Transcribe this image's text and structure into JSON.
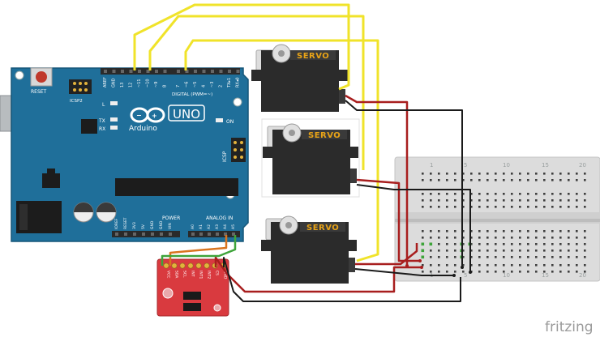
{
  "board": {
    "name": "Arduino",
    "model": "UNO",
    "reset_label": "RESET",
    "icsp2_label": "ICSP2",
    "icsp_label": "ICSP",
    "led_l": "L",
    "led_tx": "TX",
    "led_rx": "RX",
    "led_on": "ON",
    "digital_label": "DIGITAL (PWM=~)",
    "power_label": "POWER",
    "analog_label": "ANALOG IN",
    "top_pins": [
      "AREF",
      "GND",
      "13",
      "12",
      "~11",
      "~10",
      "~9",
      "8",
      "7",
      "~6",
      "~5",
      "4",
      "~3",
      "2",
      "TX▸1",
      "RX◂0"
    ],
    "power_pins": [
      "IOREF",
      "RESET",
      "3V3",
      "5V",
      "GND",
      "GND",
      "VIN"
    ],
    "analog_pins": [
      "A0",
      "A1",
      "A2",
      "A3",
      "A4",
      "A5"
    ]
  },
  "servos": [
    {
      "label": "SERVO"
    },
    {
      "label": "SERVO"
    },
    {
      "label": "SERVO"
    }
  ],
  "sensor": {
    "pins": [
      "VCC",
      "SDA",
      "SCL",
      "INT",
      "INT1",
      "INT2",
      "CS",
      "GND"
    ]
  },
  "breadboard": {
    "column_numbers": [
      "1",
      "5",
      "10",
      "15",
      "20"
    ]
  },
  "watermark": "fritzing",
  "colors": {
    "board": "#1f6f9a",
    "header": "#2a2a2a",
    "servo_body": "#2b2b2b",
    "servo_label": "#e8a317",
    "sensor": "#d93a3f",
    "breadboard": "#dcdcdc",
    "wire_yellow": "#f0e32a",
    "wire_red": "#a81e1e",
    "wire_black": "#1a1a1a",
    "wire_orange": "#d9741e",
    "wire_green": "#3ea43a"
  }
}
